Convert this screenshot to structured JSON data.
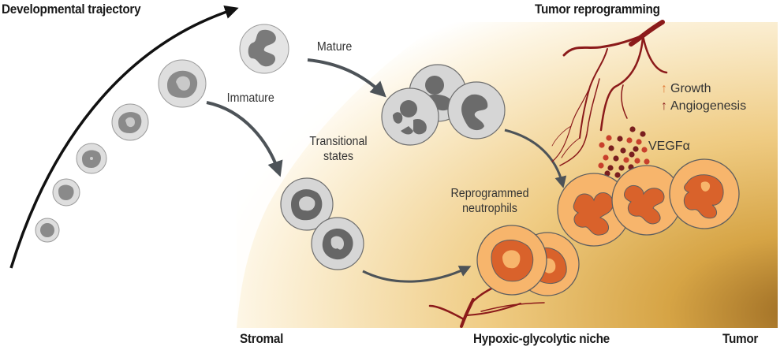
{
  "headers": {
    "developmental_trajectory": "Developmental trajectory",
    "tumor_reprogramming": "Tumor reprogramming"
  },
  "cell_labels": {
    "mature": "Mature",
    "immature": "Immature",
    "transitional_line1": "Transitional",
    "transitional_line2": "states",
    "reprogrammed_line1": "Reprogrammed",
    "reprogrammed_line2": "neutrophils",
    "vegf": "VEGFα"
  },
  "effects": [
    {
      "arrow": "↑",
      "label": "Growth",
      "color": "#e07b39"
    },
    {
      "arrow": "↑",
      "label": "Angiogenesis",
      "color": "#8b1a1a"
    }
  ],
  "zones": {
    "stromal": "Stromal",
    "niche": "Hypoxic-glycolytic niche",
    "tumor": "Tumor"
  },
  "colors": {
    "cell_membrane_gray": "#d9d9d9",
    "cell_nucleus_gray": "#6b6b6b",
    "reprogrammed_membrane": "#f6b36a",
    "reprogrammed_nucleus": "#d9622b",
    "vessel": "#8b1a1a",
    "arrow_gray": "#4d5358",
    "gradient_light": "#fbefd4",
    "gradient_mid": "#efc778",
    "gradient_dark": "#b9812f"
  }
}
